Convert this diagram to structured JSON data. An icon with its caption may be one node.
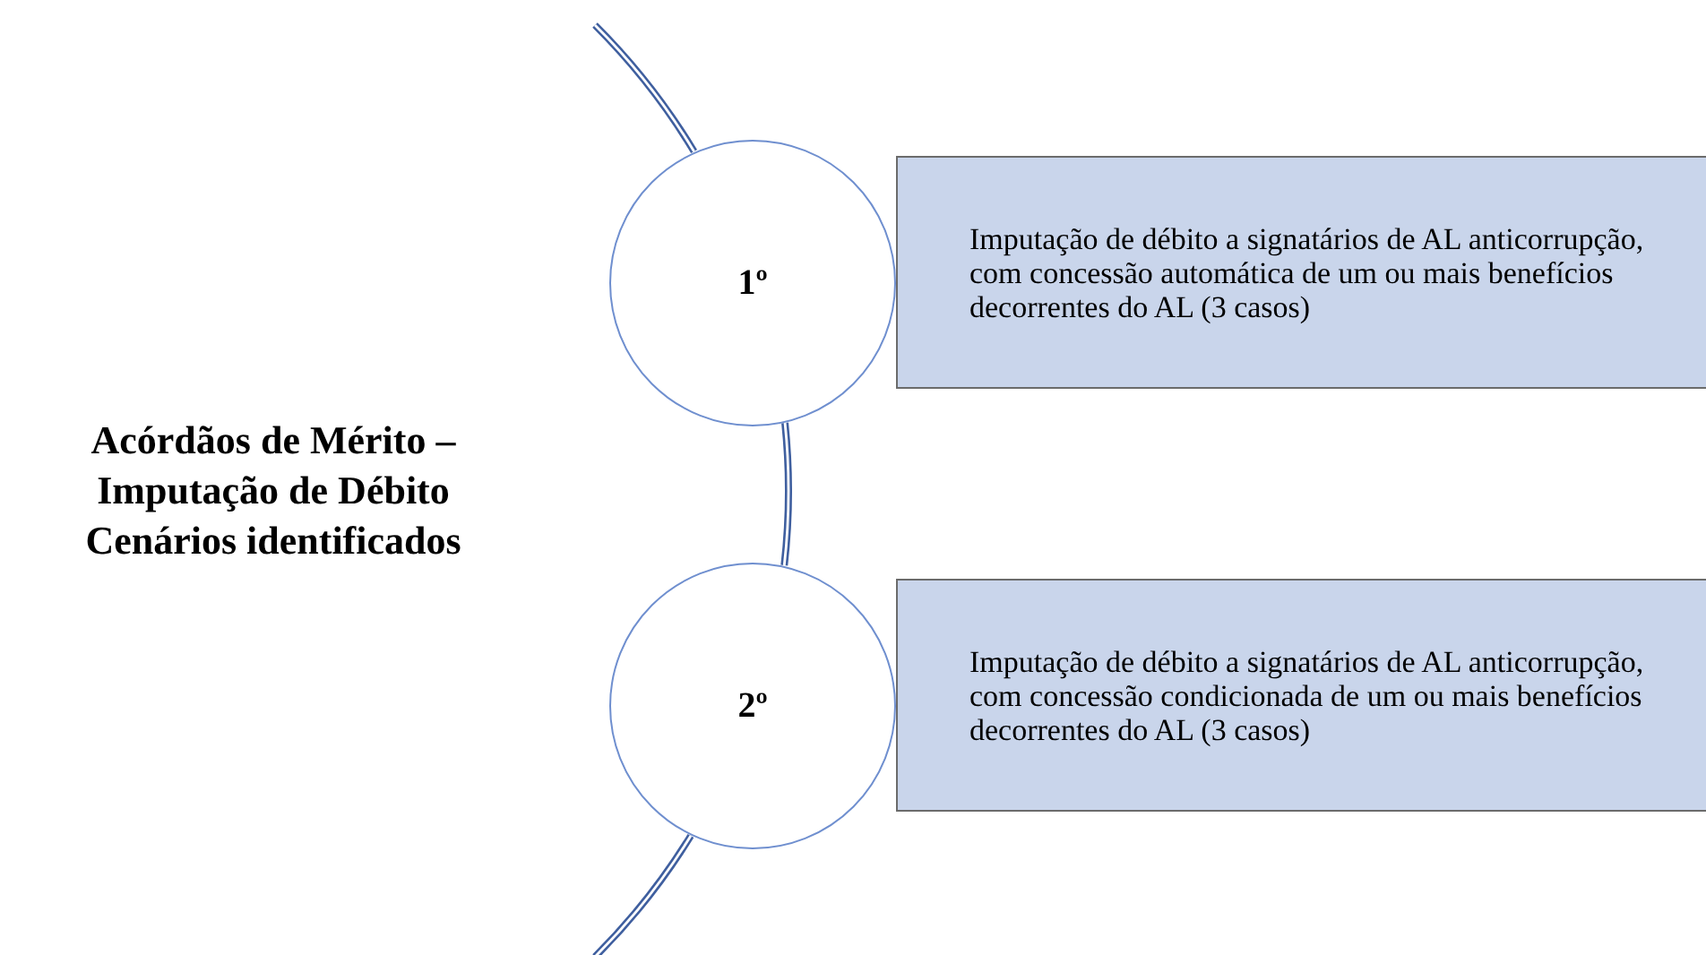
{
  "diagram": {
    "title": "Acórdãos de Mérito – Imputação de Débito Cenários identificados",
    "nodes": [
      {
        "text": [
          "1º"
        ]
      },
      {
        "text": [
          "Imputação de débito a signatários de AL anticorrupção, com concessão automática de um ou mais benefícios decorrentes do AL (3 casos)"
        ]
      },
      {
        "text": [
          "2º"
        ]
      },
      {
        "text": [
          "Imputação de débito a signatários de AL anticorrupção, com concessão condicionada de um ou mais benefícios decorrentes do AL (3 casos)"
        ]
      }
    ],
    "edges": [
      {
        "from": 0,
        "to": 2,
        "arrow": "none"
      }
    ]
  }
}
